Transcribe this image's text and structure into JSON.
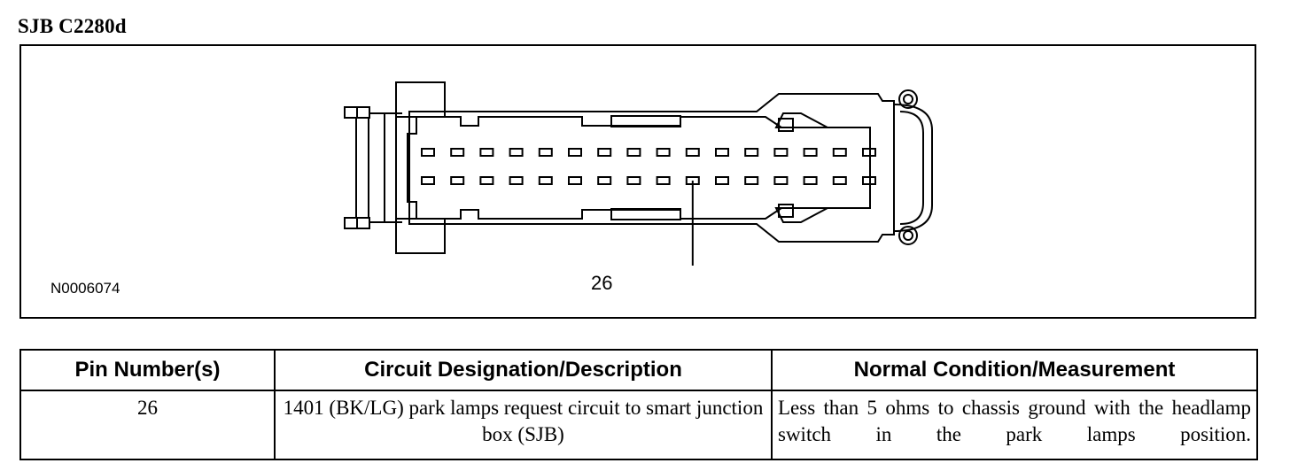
{
  "title": "SJB C2280d",
  "diagram": {
    "figure_id": "N0006074",
    "callout_pin": "26",
    "pin_rows": 2,
    "pins_per_row": 16
  },
  "table": {
    "headers": [
      "Pin Number(s)",
      "Circuit Designation/Description",
      "Normal Condition/Measurement"
    ],
    "rows": [
      {
        "pin": "26",
        "description": "1401 (BK/LG) park lamps request circuit to smart junction box (SJB)",
        "measurement": "Less than 5 ohms to chassis ground with the headlamp switch in the park lamps position."
      }
    ]
  }
}
